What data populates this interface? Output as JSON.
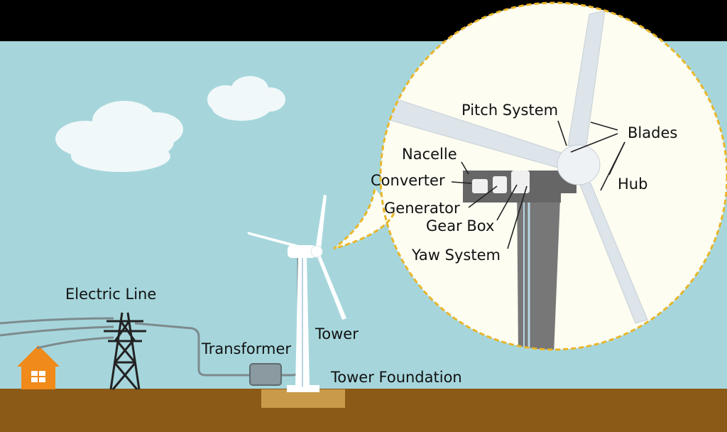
{
  "colors": {
    "sky": "#a6d6dc",
    "ground": "#8b5a17",
    "foundation_pad": "#c89a4a",
    "top_band": "#000000",
    "zoom_border": "#e8b62a",
    "zoom_fill": "#fdfdf2",
    "house": "#f08a1a",
    "tower_dark": "#777777",
    "blade": "#dde4ea",
    "wire": "#7d8b8e"
  },
  "icons": {
    "house": "house-icon",
    "pylon": "transmission-tower-icon",
    "transformer": "transformer-box-icon",
    "turbine": "wind-turbine-icon",
    "cloud": "cloud-icon"
  },
  "labels": {
    "pitch_system": "Pitch System",
    "blades": "Blades",
    "nacelle": "Nacelle",
    "hub": "Hub",
    "converter": "Converter",
    "generator": "Generator",
    "gear_box": "Gear Box",
    "yaw_system": "Yaw System",
    "electric_line": "Electric Line",
    "tower": "Tower",
    "transformer": "Transformer",
    "tower_foundation": "Tower Foundation"
  }
}
